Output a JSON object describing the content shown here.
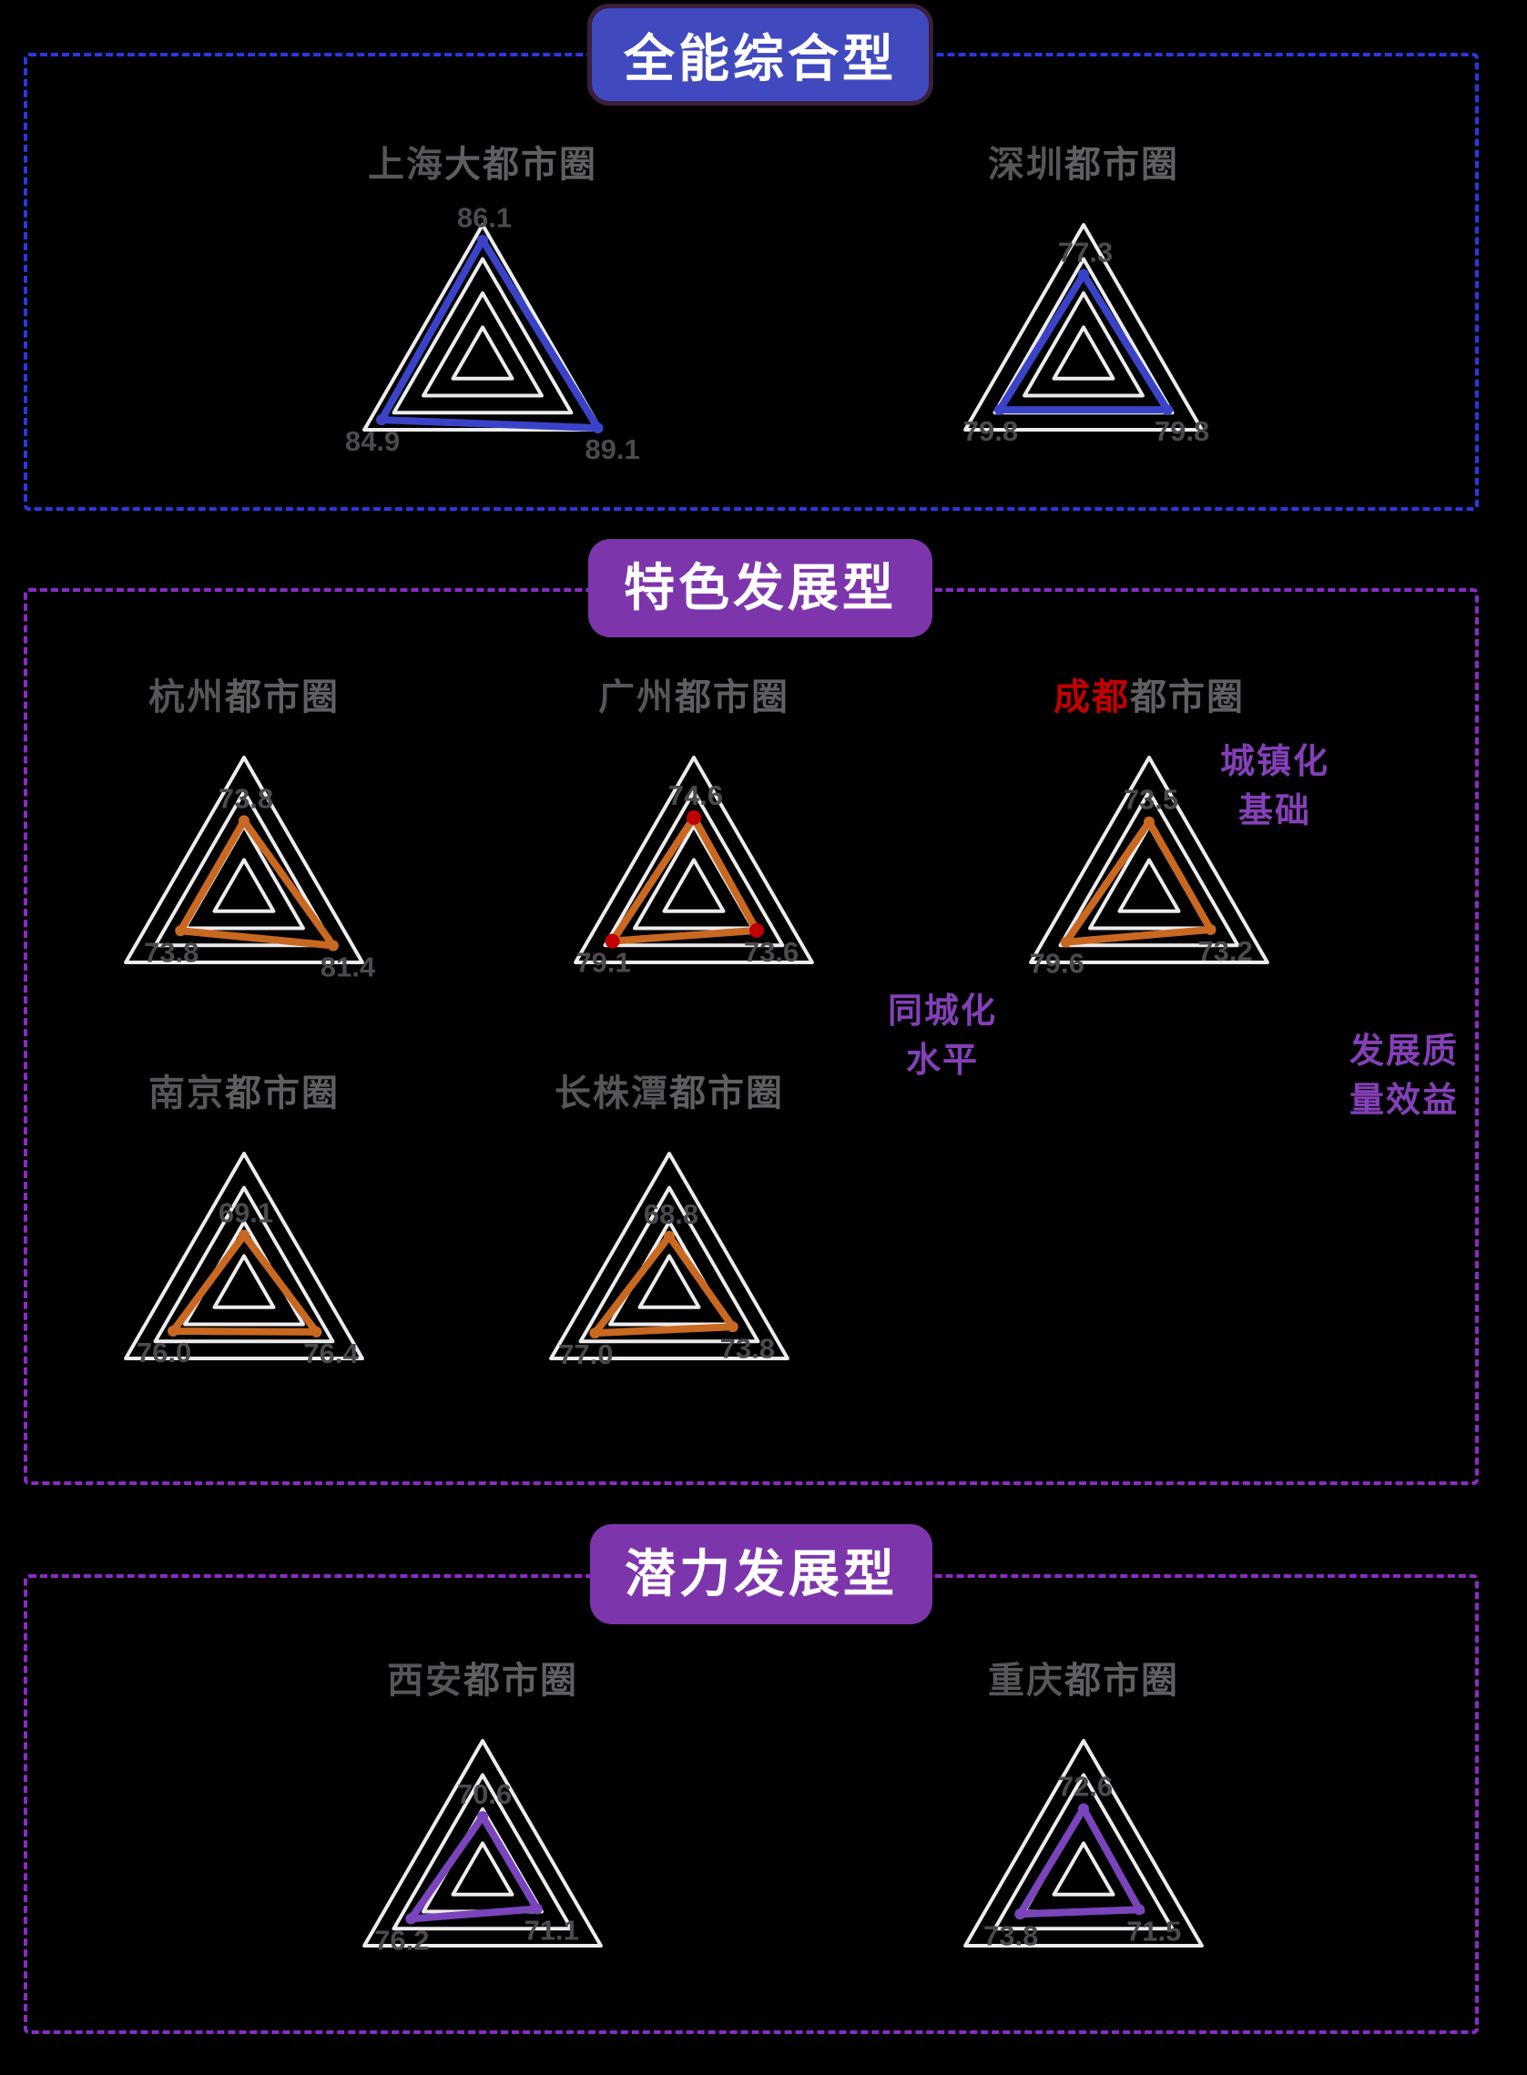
{
  "page": {
    "background": "#000000"
  },
  "colors": {
    "section1_border": "#2A38E2",
    "section23_border": "#8A2BC8",
    "pill1_bg": "#4149BE",
    "pill23_bg": "#7D35AC",
    "grid": "#ECECEC",
    "value_label": "#4A4A4F",
    "title_gray": "#5E5E63",
    "chengdu_red": "#C20000",
    "series_blue": "#3A43C8",
    "series_orange": "#C96820",
    "series_purple": "#7A44BC",
    "axis_label_purple": "#8440B8"
  },
  "sections": [
    {
      "title": "全能综合型",
      "charts": [
        {
          "name_bold": "上海",
          "name_rest": "大都市圈",
          "color": "#3A43C8",
          "values": {
            "top": 86.1,
            "bottom_left": 84.9,
            "bottom_right": 89.1
          }
        },
        {
          "name_bold": "深圳",
          "name_rest": "都市圈",
          "color": "#3A43C8",
          "values": {
            "top": 77.3,
            "bottom_left": 79.8,
            "bottom_right": 79.8
          }
        }
      ]
    },
    {
      "title": "特色发展型",
      "charts": [
        {
          "name_bold": "杭州",
          "name_rest": "都市圈",
          "color": "#C96820",
          "values": {
            "top": 73.8,
            "bottom_left": 73.8,
            "bottom_right": 81.4
          }
        },
        {
          "name_bold": "广州",
          "name_rest": "都市圈",
          "color": "#C96820",
          "dot_color": "#C00000",
          "values": {
            "top": 74.6,
            "bottom_left": 79.1,
            "bottom_right": 73.6
          }
        },
        {
          "name_bold": "成都",
          "name_rest": "都市圈",
          "color": "#C96820",
          "name_bold_style": "color:#C20000",
          "values": {
            "top": 73.5,
            "bottom_left": 79.6,
            "bottom_right": 73.2
          }
        },
        {
          "name_bold": "南京",
          "name_rest": "都市圈",
          "color": "#C96820",
          "values": {
            "top": 69.1,
            "bottom_left": 76.0,
            "bottom_right": 76.4
          }
        },
        {
          "name_bold": "长株潭",
          "name_rest": "都市圈",
          "color": "#C96820",
          "values": {
            "top": 68.8,
            "bottom_left": 77.0,
            "bottom_right": 73.8
          }
        }
      ]
    },
    {
      "title": "潜力发展型",
      "charts": [
        {
          "name_bold": "西安",
          "name_rest": "都市圈",
          "color": "#7A44BC",
          "values": {
            "top": 70.6,
            "bottom_left": 76.2,
            "bottom_right": 71.1
          }
        },
        {
          "name_bold": "重庆",
          "name_rest": "都市圈",
          "color": "#7A44BC",
          "values": {
            "top": 72.6,
            "bottom_left": 73.8,
            "bottom_right": 71.5
          }
        }
      ]
    }
  ],
  "axis_labels": [
    {
      "line1": "城镇化",
      "line2": "基础"
    },
    {
      "line1": "同城化",
      "line2": "水平"
    },
    {
      "line1": "发展质",
      "line2": "量效益"
    }
  ],
  "chart_data": {
    "type": "radar",
    "axes": [
      "城镇化基础",
      "同城化水平",
      "发展质量效益"
    ],
    "axes_positions": [
      "top",
      "bottom-left",
      "bottom-right"
    ],
    "grid": "4 concentric triangles",
    "groups": [
      {
        "group": "全能综合型",
        "series": [
          {
            "name": "上海大都市圈",
            "values": [
              86.1,
              84.9,
              89.1
            ]
          },
          {
            "name": "深圳都市圈",
            "values": [
              77.3,
              79.8,
              79.8
            ]
          }
        ]
      },
      {
        "group": "特色发展型",
        "series": [
          {
            "name": "杭州都市圈",
            "values": [
              73.8,
              73.8,
              81.4
            ]
          },
          {
            "name": "广州都市圈",
            "values": [
              74.6,
              79.1,
              73.6
            ]
          },
          {
            "name": "成都都市圈",
            "values": [
              73.5,
              79.6,
              73.2
            ]
          },
          {
            "name": "南京都市圈",
            "values": [
              69.1,
              76.0,
              76.4
            ]
          },
          {
            "name": "长株潭都市圈",
            "values": [
              68.8,
              77.0,
              73.8
            ]
          }
        ]
      },
      {
        "group": "潜力发展型",
        "series": [
          {
            "name": "西安都市圈",
            "values": [
              70.6,
              76.2,
              71.1
            ]
          },
          {
            "name": "重庆都市圈",
            "values": [
              72.6,
              73.8,
              71.5
            ]
          }
        ]
      }
    ]
  }
}
